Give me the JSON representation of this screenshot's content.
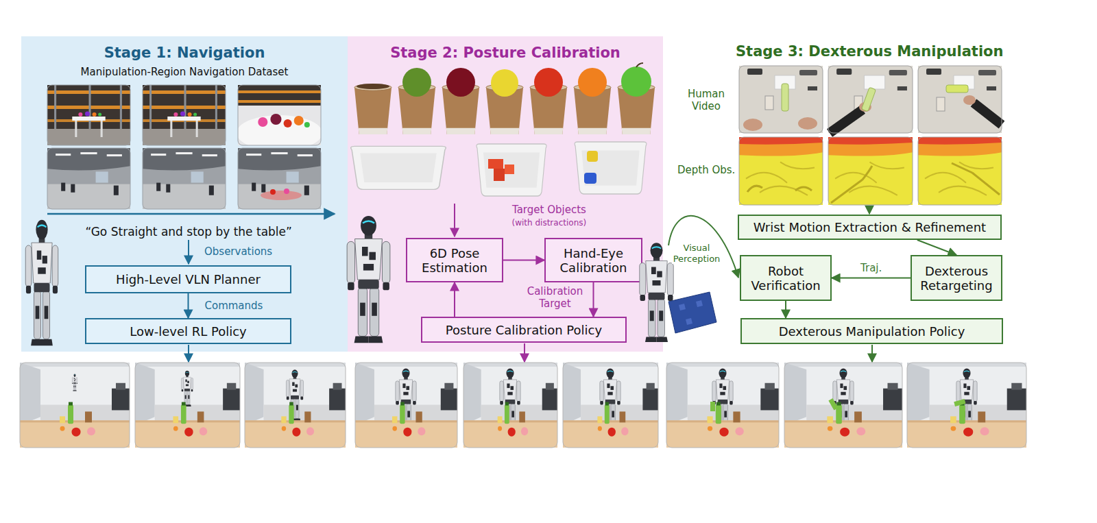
{
  "diagram": {
    "nodes": [
      {
        "text": [
          "Stage 1: Navigation",
          "Manipulation-Region Navigation Dataset"
        ]
      },
      {
        "text": [
          "High-Level VLN Planner"
        ],
        "in": 0
      },
      {
        "text": [
          "Low-level RL Policy"
        ],
        "in": 0
      },
      {
        "text": [
          "Stage 2: Posture Calibration"
        ]
      },
      {
        "text": [
          "6D Pose Estimation"
        ],
        "in": 3
      },
      {
        "text": [
          "Hand-Eye Calibration"
        ],
        "in": 3
      },
      {
        "text": [
          "Posture Calibration Policy"
        ],
        "in": 3
      },
      {
        "text": [
          "Wrist Motion Extraction & Refinement"
        ]
      },
      {
        "text": [
          "Robot Verification"
        ]
      },
      {
        "text": [
          "Dexterous Retargeting"
        ]
      },
      {
        "text": [
          "Dexterous Manipulation Policy"
        ]
      }
    ],
    "edges": [
      {
        "from": 1,
        "to": 2,
        "label": "Commands",
        "arrow": "to"
      },
      {
        "from": 4,
        "to": 5,
        "arrow": "to"
      },
      {
        "from": 5,
        "to": 6,
        "label": "Calibration Target",
        "arrow": "to"
      },
      {
        "from": 6,
        "to": 4,
        "arrow": "to"
      },
      {
        "from": 7,
        "to": 9,
        "arrow": "to"
      },
      {
        "from": 9,
        "to": 8,
        "label": "Traj.",
        "arrow": "to"
      },
      {
        "from": 8,
        "to": 10,
        "arrow": "to"
      }
    ],
    "labels": [
      "“Go Straight and stop by the table”",
      "Observations",
      "Target Objects",
      "(with distractions)",
      "Stage 3: Dexterous Manipulation",
      "Human Video",
      "Depth Obs.",
      "Visual Perception"
    ]
  }
}
